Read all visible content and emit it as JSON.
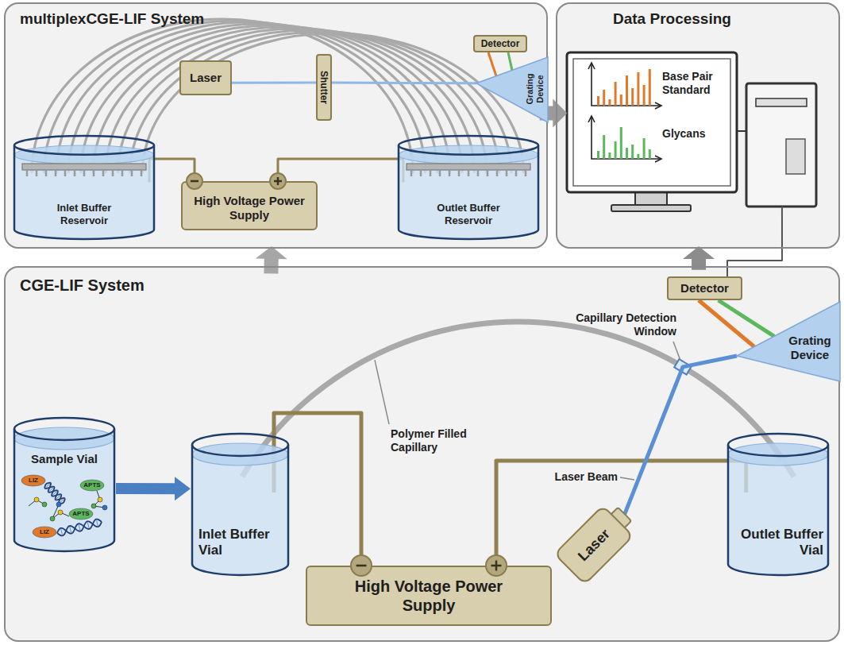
{
  "diagram": {
    "nodes": [
      {
        "text": [
          "multiplexCGE-LIF System"
        ]
      },
      {
        "text": [
          "Detector"
        ],
        "in": 0
      },
      {
        "text": [
          "Laser"
        ],
        "in": 0
      },
      {
        "text": [
          "Shutter"
        ],
        "in": 0
      },
      {
        "text": [
          "Grating Device"
        ],
        "in": 0
      },
      {
        "text": [
          "Inlet Buffer Reservoir"
        ],
        "in": 0
      },
      {
        "text": [
          "High Voltage Power Supply"
        ],
        "in": 0
      },
      {
        "text": [
          "Outlet Buffer Reservoir"
        ],
        "in": 0
      },
      {
        "text": [
          "Data Processing"
        ]
      },
      {
        "text": [
          "CGE-LIF System"
        ]
      },
      {
        "text": [
          "Detector"
        ],
        "in": 9
      },
      {
        "text": [
          "Grating Device"
        ],
        "in": 9
      },
      {
        "text": [
          "Sample Vial"
        ],
        "in": 9
      },
      {
        "text": [
          "Inlet Buffer Vial"
        ],
        "in": 9
      },
      {
        "text": [
          "High Voltage Power Supply"
        ],
        "in": 9
      },
      {
        "text": [
          "Laser"
        ],
        "in": 9
      },
      {
        "text": [
          "Outlet Buffer Vial"
        ],
        "in": 9
      }
    ],
    "edges": [
      {
        "from": 2,
        "to": 3,
        "arrow": "none"
      },
      {
        "from": 3,
        "to": 4,
        "arrow": "none"
      },
      {
        "from": 4,
        "to": 1,
        "arrow": "none"
      },
      {
        "from": 4,
        "to": 1,
        "arrow": "none"
      },
      {
        "from": 6,
        "to": 5,
        "arrow": "none"
      },
      {
        "from": 6,
        "to": 7,
        "arrow": "none"
      },
      {
        "from": 0,
        "to": 8,
        "arrow": "to"
      },
      {
        "from": 9,
        "to": 0,
        "arrow": "to"
      },
      {
        "from": 9,
        "to": 8,
        "arrow": "to"
      },
      {
        "from": 12,
        "to": 13,
        "arrow": "to"
      },
      {
        "from": 14,
        "to": 13,
        "arrow": "none"
      },
      {
        "from": 14,
        "to": 16,
        "arrow": "none"
      },
      {
        "from": 15,
        "to": 11,
        "arrow": "none"
      },
      {
        "from": 11,
        "to": 10,
        "arrow": "none"
      },
      {
        "from": 11,
        "to": 10,
        "arrow": "none"
      },
      {
        "from": 10,
        "to": 8,
        "arrow": "none"
      }
    ],
    "labels": [
      "Base Pair Standard",
      "Glycans",
      "Polymer Filled Capillary",
      "Capillary Detection Window",
      "Laser Beam",
      "LIZ",
      "APTS",
      "APTS",
      "LIZ"
    ]
  }
}
